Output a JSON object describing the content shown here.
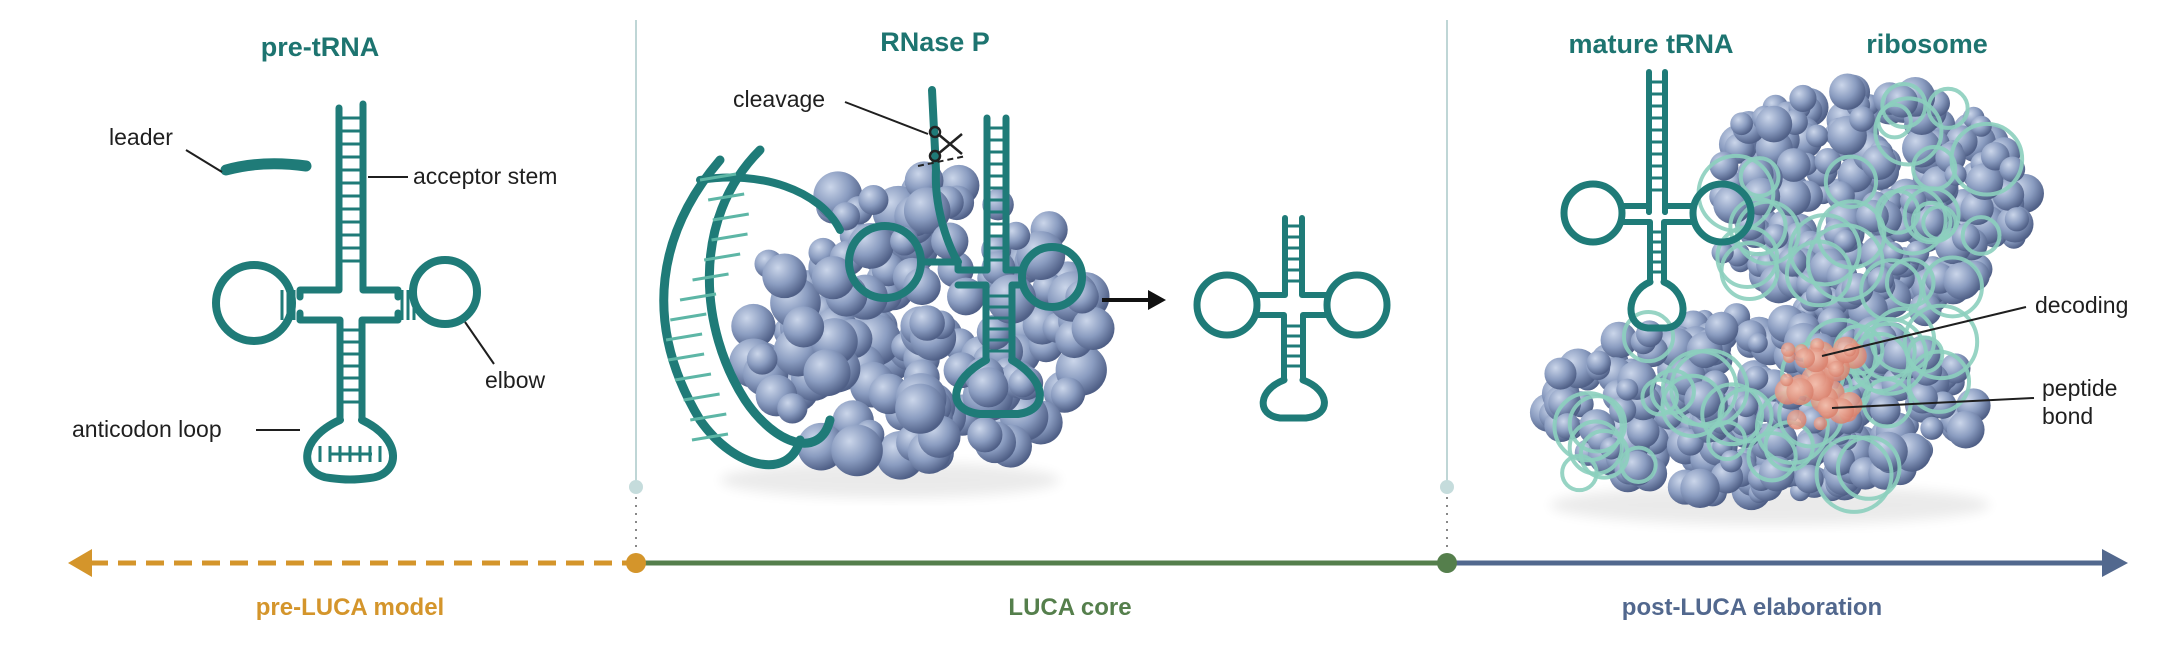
{
  "panels": {
    "pre_trna": {
      "title": "pre-tRNA",
      "labels": {
        "leader": "leader",
        "acceptor_stem": "acceptor stem",
        "elbow": "elbow",
        "anticodon_loop": "anticodon loop"
      }
    },
    "rnase_p": {
      "title": "RNase P",
      "labels": {
        "cleavage": "cleavage"
      }
    },
    "mature_trna": {
      "title": "mature tRNA"
    },
    "ribosome": {
      "title": "ribosome",
      "labels": {
        "decoding": "decoding",
        "peptide_line1": "peptide",
        "peptide_line2": "bond"
      }
    }
  },
  "timeline": {
    "segments": [
      {
        "label": "pre-LUCA model",
        "color": "#d4952b",
        "style": "dashed"
      },
      {
        "label": "LUCA core",
        "color": "#557f4c",
        "style": "solid"
      },
      {
        "label": "post-LUCA elaboration",
        "color": "#52688e",
        "style": "solid"
      }
    ]
  },
  "colors": {
    "rna": "#1f7b78",
    "protein": "#7e90b5",
    "rrna": "#8ccfbe",
    "active_site": "#e8a08c"
  },
  "icons": [
    "scissors-icon",
    "arrow-right-icon",
    "arrow-left-icon"
  ]
}
